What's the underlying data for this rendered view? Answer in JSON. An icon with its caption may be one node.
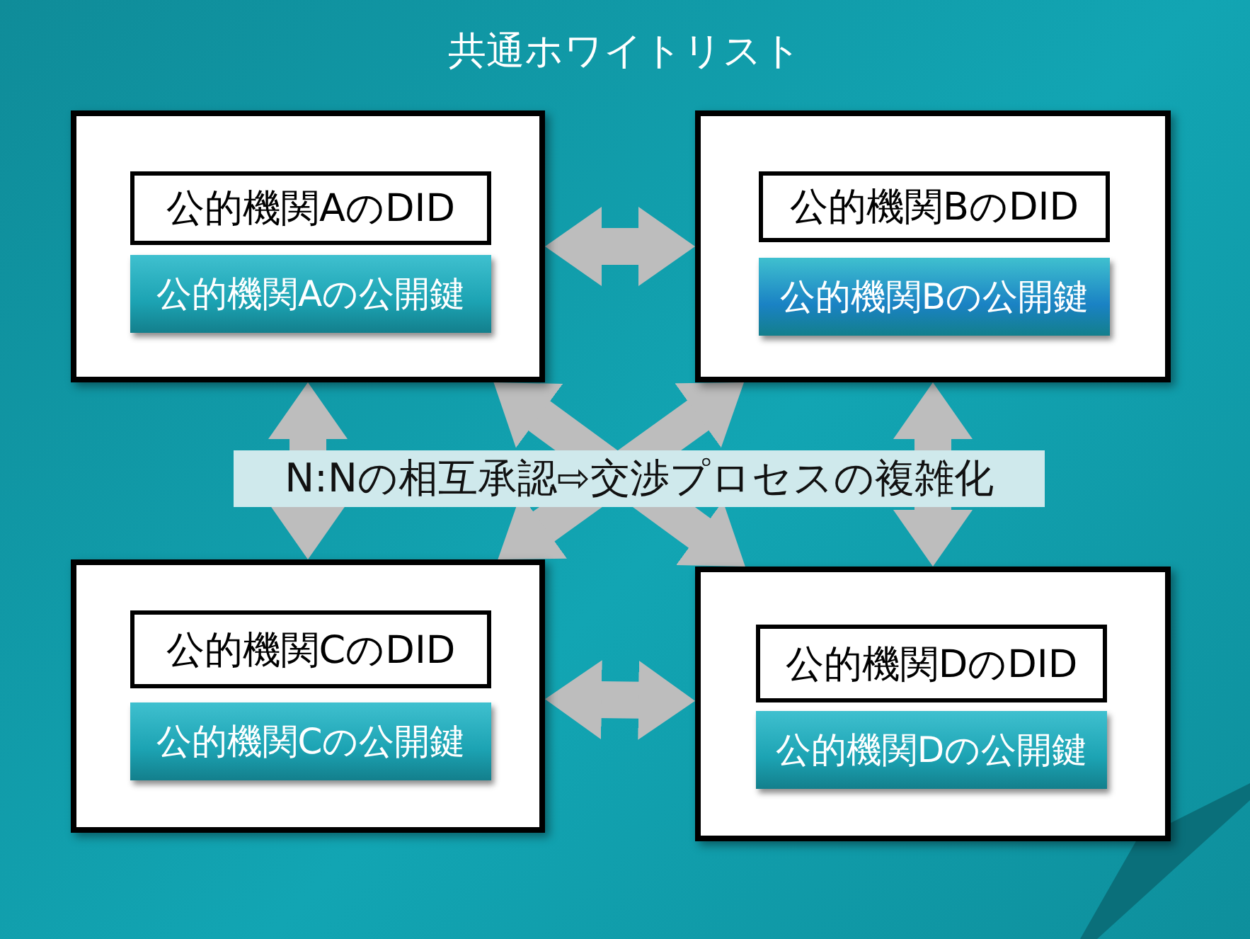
{
  "diagram": {
    "nodes": [
      {
        "text": [
          "共通ホワイトリスト"
        ]
      },
      {
        "text": [],
        "shape": "box",
        "in": 0
      },
      {
        "text": [
          "公的機関AのDID"
        ],
        "in": 1
      },
      {
        "text": [
          "公的機関Aの公開鍵"
        ],
        "in": 1
      },
      {
        "text": [],
        "shape": "box",
        "in": 0
      },
      {
        "text": [
          "公的機関BのDID"
        ],
        "in": 4
      },
      {
        "text": [
          "公的機関Bの公開鍵"
        ],
        "in": 4
      },
      {
        "text": [],
        "shape": "box",
        "in": 0
      },
      {
        "text": [
          "公的機関CのDID"
        ],
        "in": 7
      },
      {
        "text": [
          "公的機関Cの公開鍵"
        ],
        "in": 7
      },
      {
        "text": [],
        "shape": "box",
        "in": 0
      },
      {
        "text": [
          "公的機関DのDID"
        ],
        "in": 10
      },
      {
        "text": [
          "公的機関Dの公開鍵"
        ],
        "in": 10
      }
    ],
    "labels": [
      "N:Nの相互承認⇨交渉プロセスの複雑化"
    ],
    "edges": [
      {
        "from": 1,
        "to": 4,
        "arrow": "both"
      },
      {
        "from": 1,
        "to": 7,
        "arrow": "both"
      },
      {
        "from": 4,
        "to": 10,
        "arrow": "both"
      },
      {
        "from": 7,
        "to": 10,
        "arrow": "both"
      },
      {
        "from": 1,
        "to": 10,
        "arrow": "both"
      },
      {
        "from": 4,
        "to": 7,
        "arrow": "both"
      }
    ]
  }
}
